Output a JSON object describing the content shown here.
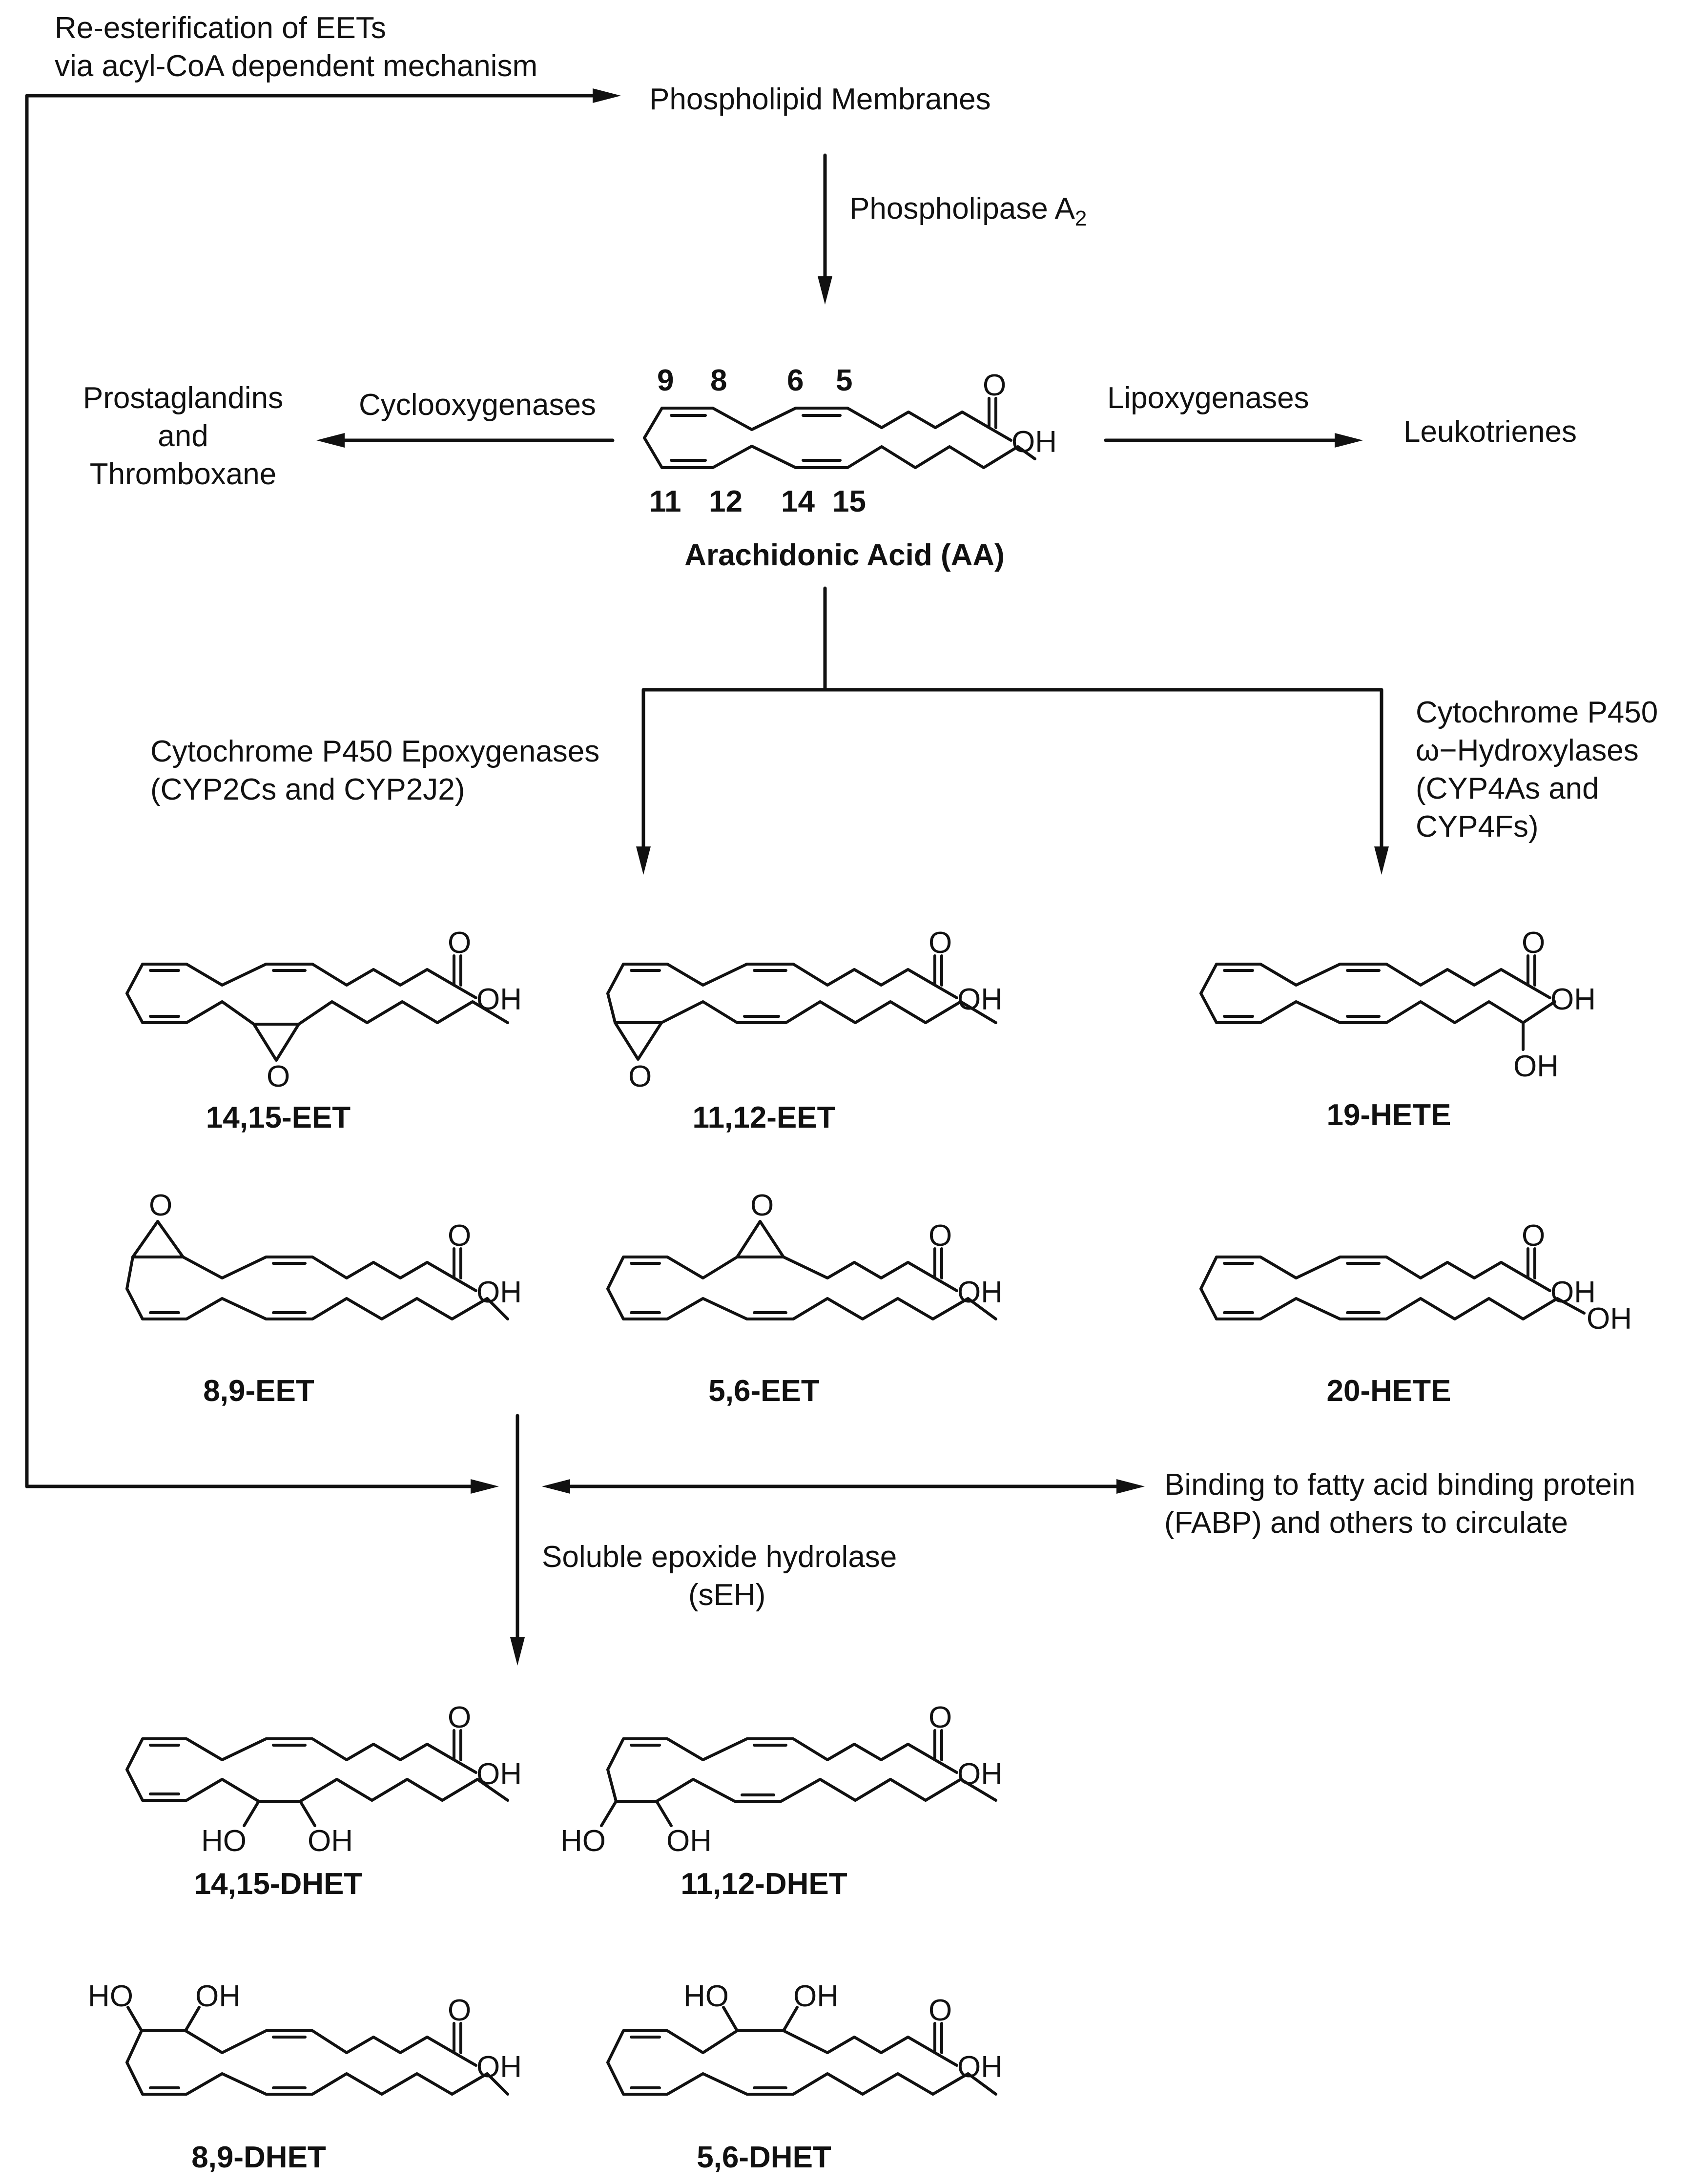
{
  "labels": {
    "reester_1": "Re-esterification of EETs",
    "reester_2": "via acyl-CoA dependent mechanism",
    "phospholipid": "Phospholipid Membranes",
    "pla2": "Phospholipase A",
    "pla2_sub": "2",
    "prost_1": "Prostaglandins",
    "prost_2": "and",
    "prost_3": "Thromboxane",
    "cox": "Cyclooxygenases",
    "lox": "Lipoxygenases",
    "leuko": "Leukotrienes",
    "aa_name": "Arachidonic Acid (AA)",
    "epox_1": "Cytochrome P450 Epoxygenases",
    "epox_2": "(CYP2Cs and CYP2J2)",
    "omega_1": "Cytochrome P450",
    "omega_2": "ω−Hydroxylases",
    "omega_3": "(CYP4As and",
    "omega_4": "CYP4Fs)",
    "seh_1": "Soluble epoxide hydrolase",
    "seh_2": "(sEH)",
    "fabp_1": "Binding to fatty acid binding protein",
    "fabp_2": "(FABP) and others to circulate"
  },
  "aa_numbers": [
    "9",
    "8",
    "6",
    "5",
    "11",
    "12",
    "14",
    "15"
  ],
  "atoms": {
    "O": "O",
    "OH": "OH",
    "HO": "HO"
  },
  "compounds": {
    "eet1415": "14,15-EET",
    "eet1112": "11,12-EET",
    "hete19": "19-HETE",
    "eet89": "8,9-EET",
    "eet56": "5,6-EET",
    "hete20": "20-HETE",
    "dhet1415": "14,15-DHET",
    "dhet1112": "11,12-DHET",
    "dhet89": "8,9-DHET",
    "dhet56": "5,6-DHET"
  }
}
